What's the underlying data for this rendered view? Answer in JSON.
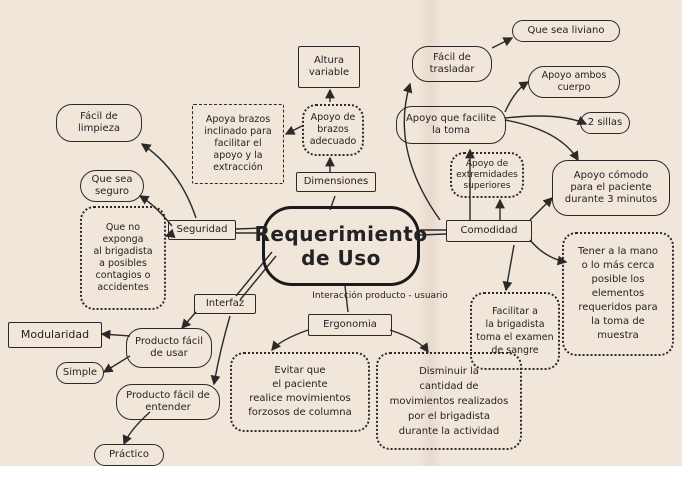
{
  "central": {
    "text": "Requerimiento\nde Uso"
  },
  "branches": {
    "seguridad": "Seguridad",
    "dimensiones": "Dimensiones",
    "comodidad": "Comodidad",
    "interfaz": "Interfaz",
    "ergonomia": "Ergonomia",
    "interaccion": "Interacción producto - usuario"
  },
  "seguridad": {
    "facil_limpieza": "Fácil de\nlimpieza",
    "que_sea_seguro": "Que sea\nseguro",
    "que_no_exponga": "Que no\nexponga\nal brigadista\na posibles\ncontagios o\naccidentes"
  },
  "dimensiones": {
    "altura_variable": "Altura\nvariable",
    "apoyo_brazos": "Apoyo de\nbrazos\nadecuado",
    "apoya_brazos_inclinado": "Apoya brazos\ninclinado para\nfacilitar el\napoyo y la\nextracción"
  },
  "comodidad": {
    "facil_trasladar": "Fácil de\ntrasladar",
    "que_sea_liviano": "Que sea liviano",
    "apoyo_ambos_cuerpo": "Apoyo ambos\ncuerpo",
    "apoyo_facilite_toma": "Apoyo que facilite\nla toma",
    "dos_sillas": "2 sillas",
    "apoyo_extremidades": "Apoyo de\nextremidades\nsuperiores",
    "apoyo_comodo": "Apoyo cómodo\npara el paciente\ndurante 3 minutos",
    "tener_a_la_mano": "Tener a la mano\no lo más cerca\nposible los\nelementos\nrequeridos para\nla toma de\nmuestra",
    "facilitar_brigadista": "Facilitar a\nla brigadista\ntoma el examen\nde sangre"
  },
  "interfaz": {
    "producto_facil_usar": "Producto fácil\nde usar",
    "modularidad": "Modularidad",
    "simple": "Simple",
    "producto_facil_entender": "Producto fácil de\nentender",
    "practico": "Práctico"
  },
  "ergonomia": {
    "evitar_movimientos": "Evitar que\nel paciente\nrealice movimientos\nforzosos de columna",
    "disminuir_movimientos": "Disminuir la\ncantidad de\nmovimientos realizados\npor el brigadista\ndurante la actividad"
  },
  "colors": {
    "paper": "#f1e6da",
    "ink": "#232323"
  }
}
